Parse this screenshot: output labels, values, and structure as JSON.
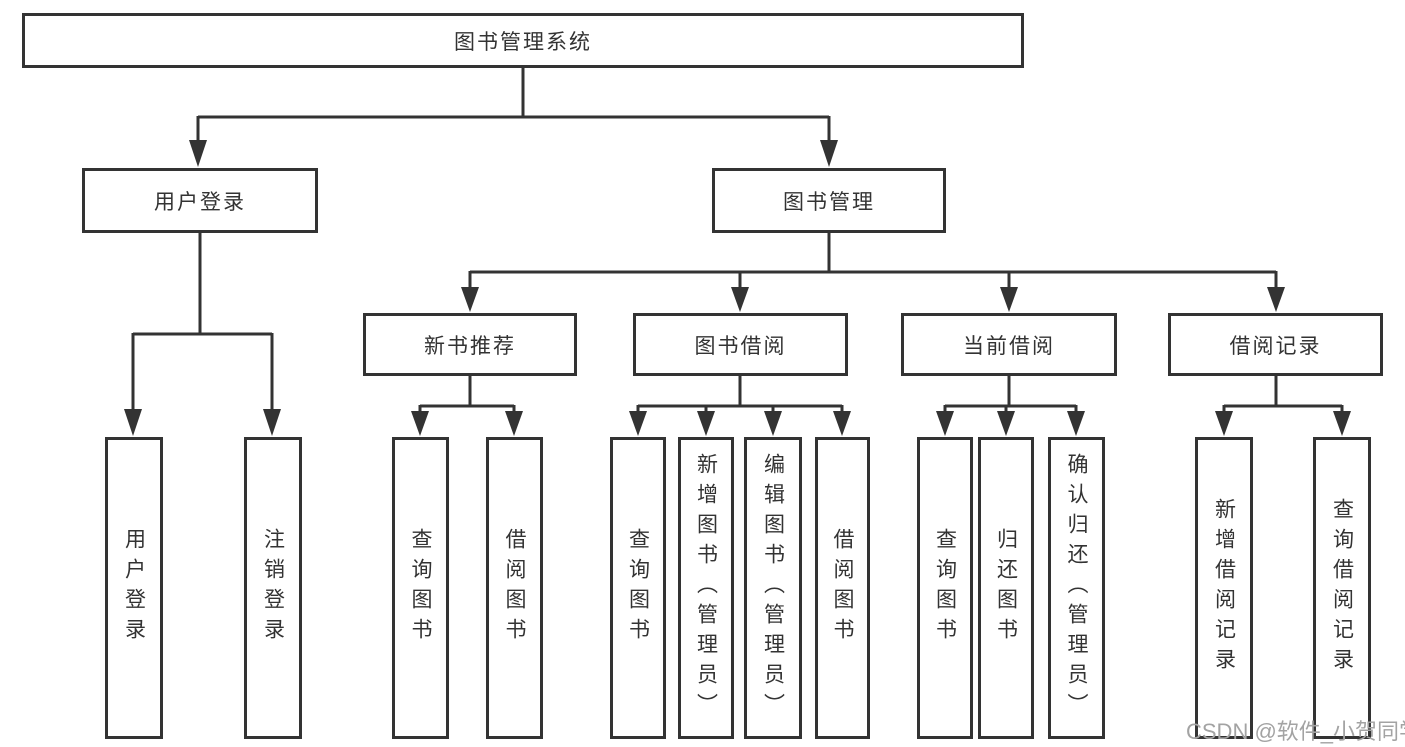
{
  "diagram": {
    "root": {
      "label": "图书管理系统"
    },
    "level2": [
      {
        "label": "用户登录",
        "children": [
          {
            "label": "用户登录"
          },
          {
            "label": "注销登录"
          }
        ]
      },
      {
        "label": "图书管理",
        "children": [
          {
            "label": "新书推荐",
            "children": [
              {
                "label": "查询图书"
              },
              {
                "label": "借阅图书"
              }
            ]
          },
          {
            "label": "图书借阅",
            "children": [
              {
                "label": "查询图书"
              },
              {
                "label": "新增图书（管理员）"
              },
              {
                "label": "编辑图书（管理员）"
              },
              {
                "label": "借阅图书"
              }
            ]
          },
          {
            "label": "当前借阅",
            "children": [
              {
                "label": "查询图书"
              },
              {
                "label": "归还图书"
              },
              {
                "label": "确认归还（管理员）"
              }
            ]
          },
          {
            "label": "借阅记录",
            "children": [
              {
                "label": "新增借阅记录"
              },
              {
                "label": "查询借阅记录"
              }
            ]
          }
        ]
      }
    ]
  },
  "watermark": {
    "text": "CSDN @软件_小贺同学",
    "color": "#a3a3a3"
  },
  "colors": {
    "line": "#333333",
    "box_border": "#333333",
    "box_fill": "#ffffff",
    "text": "#333333",
    "background": "#ffffff"
  }
}
